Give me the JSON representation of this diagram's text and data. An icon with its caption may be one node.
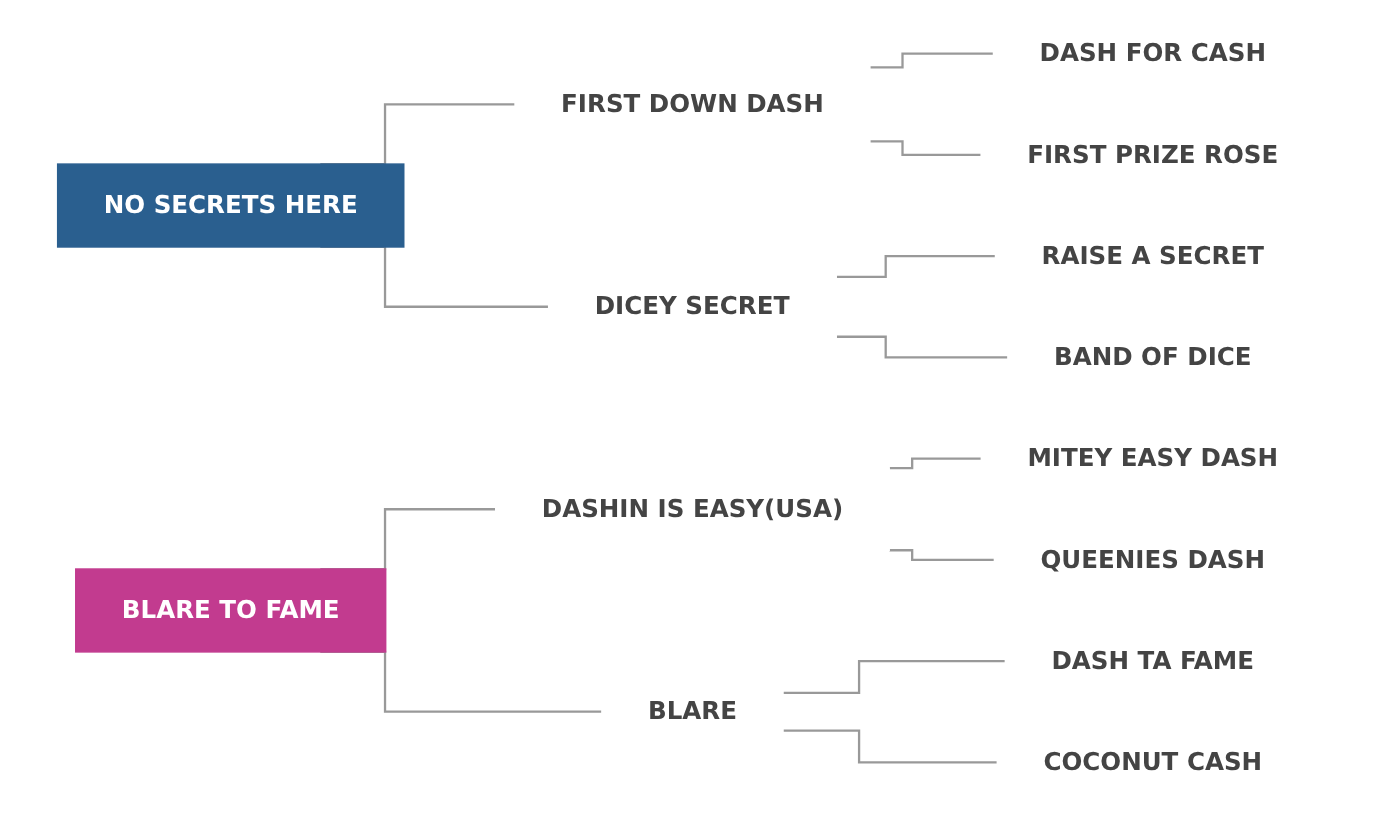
{
  "diagram": {
    "nodes": [
      {
        "text": [
          "NO SECRETS HERE"
        ]
      },
      {
        "text": [
          "FIRST DOWN DASH"
        ]
      },
      {
        "text": [
          "DASH FOR CASH"
        ]
      },
      {
        "text": [
          "FIRST PRIZE ROSE"
        ]
      },
      {
        "text": [
          "DICEY SECRET"
        ]
      },
      {
        "text": [
          "RAISE A SECRET"
        ]
      },
      {
        "text": [
          "BAND OF DICE"
        ]
      },
      {
        "text": [
          "BLARE TO FAME"
        ]
      },
      {
        "text": [
          "DASHIN IS EASY(USA)"
        ]
      },
      {
        "text": [
          "MITEY EASY DASH"
        ]
      },
      {
        "text": [
          "QUEENIES DASH"
        ]
      },
      {
        "text": [
          "BLARE"
        ]
      },
      {
        "text": [
          "DASH TA FAME"
        ]
      },
      {
        "text": [
          "COCONUT CASH"
        ]
      }
    ],
    "edges": [
      {
        "from": 0,
        "to": 1,
        "arrow": "none"
      },
      {
        "from": 0,
        "to": 4,
        "arrow": "none"
      },
      {
        "from": 1,
        "to": 2,
        "arrow": "none"
      },
      {
        "from": 1,
        "to": 3,
        "arrow": "none"
      },
      {
        "from": 4,
        "to": 5,
        "arrow": "none"
      },
      {
        "from": 4,
        "to": 6,
        "arrow": "none"
      },
      {
        "from": 7,
        "to": 8,
        "arrow": "none"
      },
      {
        "from": 7,
        "to": 11,
        "arrow": "none"
      },
      {
        "from": 8,
        "to": 9,
        "arrow": "none"
      },
      {
        "from": 8,
        "to": 10,
        "arrow": "none"
      },
      {
        "from": 11,
        "to": 12,
        "arrow": "none"
      },
      {
        "from": 11,
        "to": 13,
        "arrow": "none"
      }
    ]
  }
}
